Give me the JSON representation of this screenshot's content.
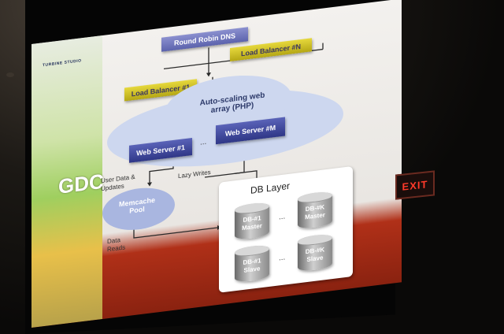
{
  "slide": {
    "org": "TURBINE STUDIO",
    "logo": "GDC",
    "round_robin_dns": "Round Robin DNS",
    "load_balancer_1": "Load Balancer #1",
    "load_balancer_n": "Load Balancer #N",
    "web_array_title": "Auto-scaling web array (PHP)",
    "web_server_1": "Web Server #1",
    "web_server_m": "Web Server #M",
    "ellipsis": "...",
    "user_data": "User Data & Updates",
    "lazy_writes": "Lazy Writes",
    "memcache_pool": "Memcache Pool",
    "data_reads": "Data Reads",
    "db_layer": "DB Layer",
    "db1_master": "DB-#1 Master",
    "dbk_master": "DB-#K Master",
    "db1_slave": "DB-#1 Slave",
    "dbk_slave": "DB-#K Slave"
  },
  "room": {
    "exit_sign": "EXIT"
  },
  "colors": {
    "box_blue": "#2f3787",
    "box_yellow": "#e6d83c",
    "slide_red": "#b03018",
    "exit_red": "#ff3a2a"
  }
}
